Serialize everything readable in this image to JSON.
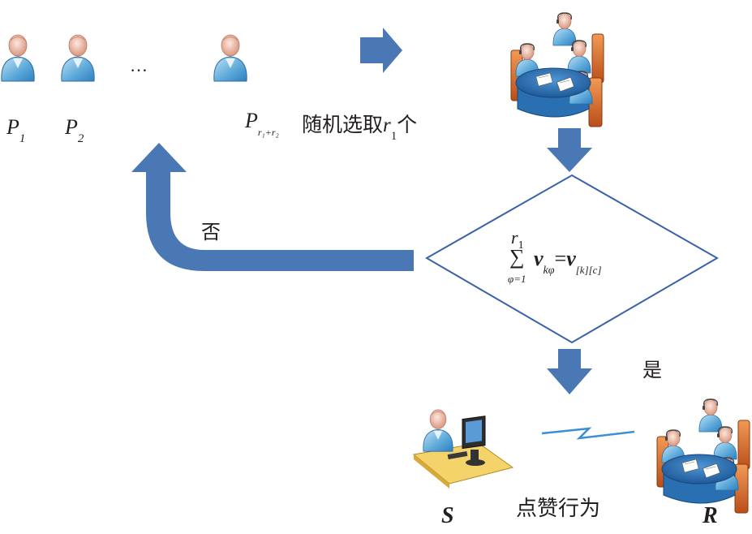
{
  "participants": [
    {
      "letter": "P",
      "sub": "1"
    },
    {
      "letter": "P",
      "sub": "2"
    },
    {
      "letter": "P",
      "sub": "r₁+r₂"
    }
  ],
  "ellipsis": "…",
  "select_text": {
    "pre": "随机选取",
    "var": "r",
    "var_sub": "1",
    "post": "个"
  },
  "no_label": "否",
  "yes_label": "是",
  "condition": {
    "upper": "r",
    "upper_sub": "1",
    "sigma": "∑",
    "lower": "φ=1",
    "lhs": "v",
    "lhs_sub": "kφ",
    "eq": "=",
    "rhs": "v",
    "rhs_sub": "[k][c]"
  },
  "like_label": "点赞行为",
  "sender": "S",
  "receiver": "R",
  "colors": {
    "arrow": "#4a78b5",
    "diamond_stroke": "#3a62a8",
    "person_shirt": "#6fb3dd",
    "person_skin": "#f2c7b5",
    "table": "#d96a2a",
    "table_top": "#2a6fb2",
    "link_line": "#3b8fd6"
  },
  "icons": [
    "person-icon",
    "meeting-group-icon",
    "computer-user-icon"
  ]
}
